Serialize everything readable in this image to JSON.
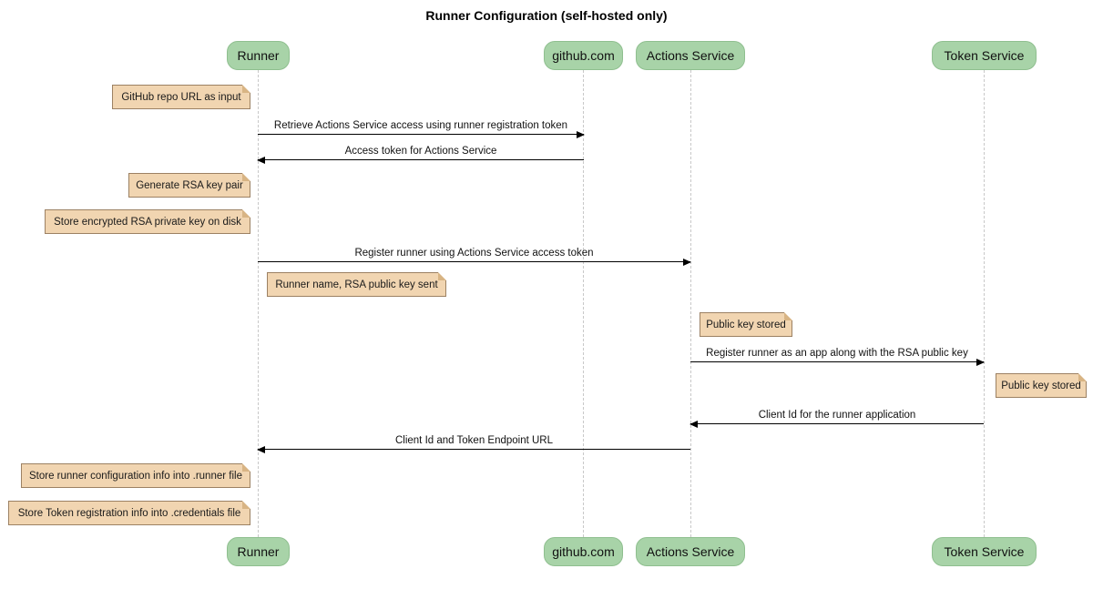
{
  "title": "Runner Configuration (self-hosted only)",
  "participants": [
    {
      "id": "runner",
      "label": "Runner"
    },
    {
      "id": "github",
      "label": "github.com"
    },
    {
      "id": "actions-service",
      "label": "Actions Service"
    },
    {
      "id": "token-service",
      "label": "Token Service"
    }
  ],
  "messages": [
    {
      "from": "runner",
      "to": "github",
      "label": "Retrieve Actions Service access using runner registration token"
    },
    {
      "from": "github",
      "to": "runner",
      "label": "Access token for Actions Service"
    },
    {
      "from": "runner",
      "to": "actions-service",
      "label": "Register runner using Actions Service access token"
    },
    {
      "from": "actions-service",
      "to": "token-service",
      "label": "Register runner as an app along with the RSA public key"
    },
    {
      "from": "token-service",
      "to": "actions-service",
      "label": "Client Id for the runner application"
    },
    {
      "from": "actions-service",
      "to": "runner",
      "label": "Client Id and Token Endpoint URL"
    }
  ],
  "notes": [
    {
      "anchor": "runner",
      "side": "left",
      "label": "GitHub repo URL as input"
    },
    {
      "anchor": "runner",
      "side": "left",
      "label": "Generate RSA key pair"
    },
    {
      "anchor": "runner",
      "side": "left",
      "label": "Store encrypted RSA private key on disk"
    },
    {
      "anchor": "runner",
      "side": "right",
      "label": "Runner name, RSA public key sent"
    },
    {
      "anchor": "actions-service",
      "side": "right",
      "label": "Public key stored"
    },
    {
      "anchor": "token-service",
      "side": "right",
      "label": "Public key stored"
    },
    {
      "anchor": "runner",
      "side": "left",
      "label": "Store runner configuration info into .runner file"
    },
    {
      "anchor": "runner",
      "side": "left",
      "label": "Store Token registration info into .credentials file"
    }
  ],
  "colors": {
    "participant_fill": "#a8d3a8",
    "participant_border": "#8fbf8f",
    "note_fill": "#f1d5b1",
    "note_border": "#9c8163",
    "note_fold": "#d8b484",
    "lifeline": "#c8c8c8",
    "arrow": "#000000",
    "background": "#ffffff"
  }
}
